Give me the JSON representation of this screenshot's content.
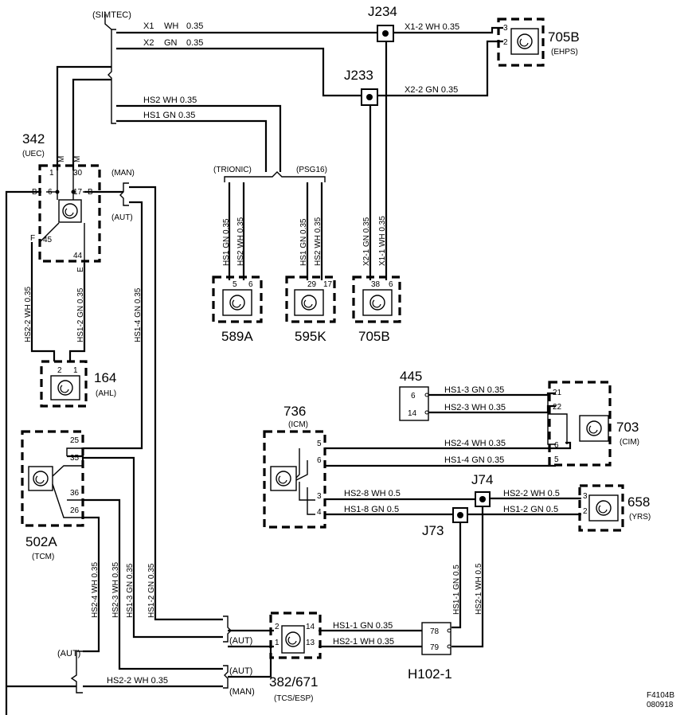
{
  "labels": {
    "simtec": "(SIMTEC)",
    "man_1": "(MAN)",
    "aut_1": "(AUT)",
    "trionic": "(TRIONIC)",
    "psg16": "(PSG16)",
    "aut_2": "(AUT)",
    "aut_3": "(AUT)",
    "aut_4": "(AUT)",
    "man_2": "(MAN)",
    "x1": "X1",
    "x1_col": "WH",
    "x1_size": "0.35",
    "x2": "X2",
    "x2_col": "GN",
    "x2_size": "0.35",
    "hs2_top": "HS2  WH  0.35",
    "hs1_top": "HS1  GN  0.35",
    "x12": "X1-2  WH  0.35",
    "x22": "X2-2  GN  0.35",
    "hs1_589": "HS1 GN 0.35",
    "hs2_589": "HS2 WH 0.35",
    "hs1_595": "HS1 GN 0.35",
    "hs2_595": "HS2 WH 0.35",
    "x21": "X2-1 GN 0.35",
    "x11": "X1-1 WH 0.35",
    "hs22": "HS2-2  WH 0.35",
    "hs12": "HS1-2 GN 0.35",
    "hs14": "HS1-4  GN 0.35",
    "hs13": "HS1-3  GN  0.35",
    "hs23": "HS2-3  WH  0.35",
    "hs24": "HS2-4  WH  0.35",
    "hs14_cim": "HS1-4  GN  0.35",
    "hs28": "HS2-8  WH  0.5",
    "hs18": "HS1-8  GN  0.5",
    "hs22_yrs": "HS2-2  WH 0.5",
    "hs12_yrs": "HS1-2  GN  0.5",
    "hs24_v": "HS2-4  WH 0.35",
    "hs23_v": "HS2-3  WH 0.35",
    "hs13_v": "HS1-3  GN 0.35",
    "hs12_v": "HS1-2  GN 0.35",
    "hs11": "HS1-1  GN  0.35",
    "hs21": "HS2-1  WH  0.35",
    "hs11_v": "HS1-1  GN  0.5",
    "hs21_v": "HS2-1  WH  0.5",
    "hs22_bottom": "HS2-2   WH  0.35"
  },
  "components": {
    "c342": "342",
    "c342_sub": "(UEC)",
    "c705b_top": "705B",
    "c705b_top_sub": "(EHPS)",
    "c164": "164",
    "c164_sub": "(AHL)",
    "c589a": "589A",
    "c595k": "595K",
    "c705b": "705B",
    "c445": "445",
    "c736": "736",
    "c736_sub": "(ICM)",
    "c703": "703",
    "c703_sub": "(CIM)",
    "c502a": "502A",
    "c502a_sub": "(TCM)",
    "c658": "658",
    "c658_sub": "(YRS)",
    "c382": "382/671",
    "c382_sub": "(TCS/ESP)",
    "h102": "H102-1"
  },
  "junctions": {
    "j234": "J234",
    "j233": "J233",
    "j74": "J74",
    "j73": "J73"
  },
  "pins": {
    "p705b_3": "3",
    "p705b_2": "2",
    "p342_1": "1",
    "p342_30": "30",
    "p342_M1": "M",
    "p342_M2": "M",
    "p342_B1": "B",
    "p342_6": "6",
    "p342_17": "17",
    "p342_B2": "B",
    "p342_F": "F",
    "p342_45": "45",
    "p342_44": "44",
    "p342_E": "E",
    "p164_2": "2",
    "p164_1": "1",
    "p589_5": "5",
    "p589_6": "6",
    "p595_29": "29",
    "p595_17": "17",
    "p705_38": "38",
    "p705_6": "6",
    "p445_6": "6",
    "p445_14": "14",
    "p703_21": "21",
    "p703_22": "22",
    "p703_6": "6",
    "p703_5": "5",
    "p736_5": "5",
    "p736_6": "6",
    "p736_3": "3",
    "p736_4": "4",
    "p502_25": "25",
    "p502_35": "35",
    "p502_36": "36",
    "p502_26": "26",
    "p658_3": "3",
    "p658_2": "2",
    "p382_2": "2",
    "p382_1": "1",
    "p382_14": "14",
    "p382_13": "13",
    "p102_78": "78",
    "p102_79": "79"
  },
  "footer": {
    "code1": "F4104B",
    "code2": "080918"
  }
}
